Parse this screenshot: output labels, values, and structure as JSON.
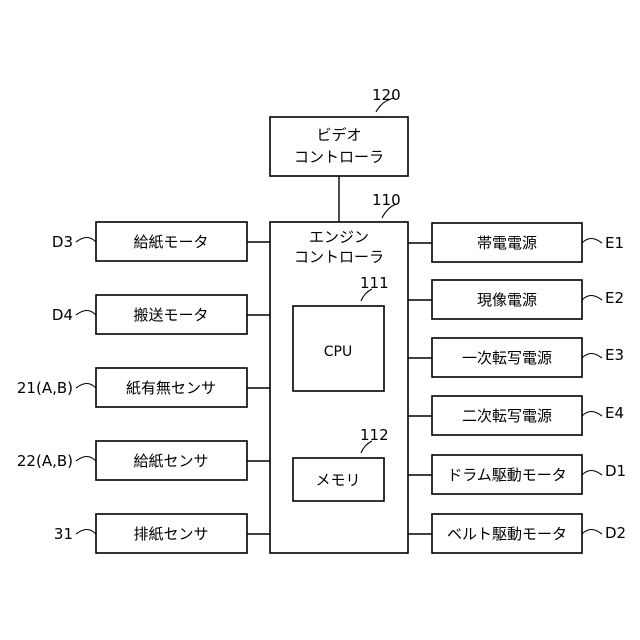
{
  "video_controller": {
    "ref": "120",
    "line1": "ビデオ",
    "line2": "コントローラ"
  },
  "engine_controller": {
    "ref": "110",
    "line1": "エンジン",
    "line2": "コントローラ",
    "cpu": {
      "ref": "111",
      "label": "CPU"
    },
    "memory": {
      "ref": "112",
      "label": "メモリ"
    }
  },
  "left_blocks": [
    {
      "ref": "D3",
      "label": "給紙モータ"
    },
    {
      "ref": "D4",
      "label": "搬送モータ"
    },
    {
      "ref": "21(A,B)",
      "label": "紙有無センサ"
    },
    {
      "ref": "22(A,B)",
      "label": "給紙センサ"
    },
    {
      "ref": "31",
      "label": "排紙センサ"
    }
  ],
  "right_blocks": [
    {
      "ref": "E1",
      "label": "帯電電源"
    },
    {
      "ref": "E2",
      "label": "現像電源"
    },
    {
      "ref": "E3",
      "label": "一次転写電源"
    },
    {
      "ref": "E4",
      "label": "二次転写電源"
    },
    {
      "ref": "D1",
      "label": "ドラム駆動モータ"
    },
    {
      "ref": "D2",
      "label": "ベルト駆動モータ"
    }
  ]
}
